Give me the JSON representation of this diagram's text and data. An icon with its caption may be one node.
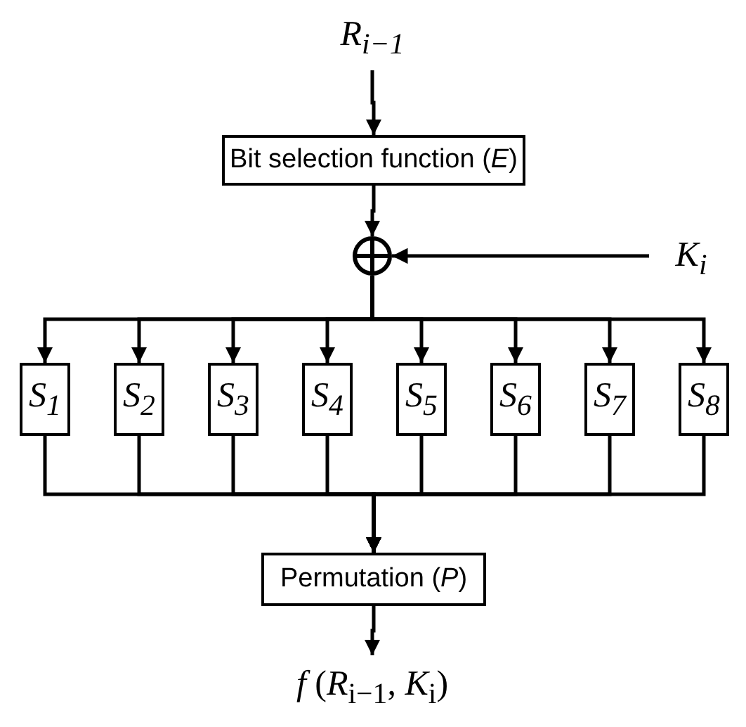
{
  "diagram": {
    "nodes": [
      {
        "text": [
          "R$_{i−1}$"
        ]
      },
      {
        "text": [
          "Bit selection function (*E*)"
        ]
      },
      {
        "text": [],
        "shape": "circle"
      },
      {
        "text": [
          "K$_{i}$"
        ]
      },
      {
        "text": [
          "S$_{1}$"
        ]
      },
      {
        "text": [
          "S$_{2}$"
        ]
      },
      {
        "text": [
          "S$_{3}$"
        ]
      },
      {
        "text": [
          "S$_{4}$"
        ]
      },
      {
        "text": [
          "S$_{5}$"
        ]
      },
      {
        "text": [
          "S$_{6}$"
        ]
      },
      {
        "text": [
          "S$_{7}$"
        ]
      },
      {
        "text": [
          "S$_{8}$"
        ]
      },
      {
        "text": [
          "Permutation (*P*)"
        ]
      },
      {
        "text": [
          "*f* (*R*$_{i−1}$, *K*$_{i}$)"
        ]
      }
    ],
    "edges": [
      {
        "from": 0,
        "to": 1,
        "arrow": "to"
      },
      {
        "from": 1,
        "to": 2,
        "arrow": "to"
      },
      {
        "from": 3,
        "to": 2,
        "arrow": "to"
      },
      {
        "from": 2,
        "to": 4,
        "arrow": "to"
      },
      {
        "from": 2,
        "to": 5,
        "arrow": "to"
      },
      {
        "from": 2,
        "to": 6,
        "arrow": "to"
      },
      {
        "from": 2,
        "to": 7,
        "arrow": "to"
      },
      {
        "from": 2,
        "to": 8,
        "arrow": "to"
      },
      {
        "from": 2,
        "to": 9,
        "arrow": "to"
      },
      {
        "from": 2,
        "to": 10,
        "arrow": "to"
      },
      {
        "from": 2,
        "to": 11,
        "arrow": "to"
      },
      {
        "from": 4,
        "to": 12,
        "arrow": "to"
      },
      {
        "from": 5,
        "to": 12,
        "arrow": "to"
      },
      {
        "from": 6,
        "to": 12,
        "arrow": "to"
      },
      {
        "from": 7,
        "to": 12,
        "arrow": "to"
      },
      {
        "from": 8,
        "to": 12,
        "arrow": "to"
      },
      {
        "from": 9,
        "to": 12,
        "arrow": "to"
      },
      {
        "from": 10,
        "to": 12,
        "arrow": "to"
      },
      {
        "from": 11,
        "to": 12,
        "arrow": "to"
      },
      {
        "from": 12,
        "to": 13,
        "arrow": "to"
      }
    ]
  }
}
